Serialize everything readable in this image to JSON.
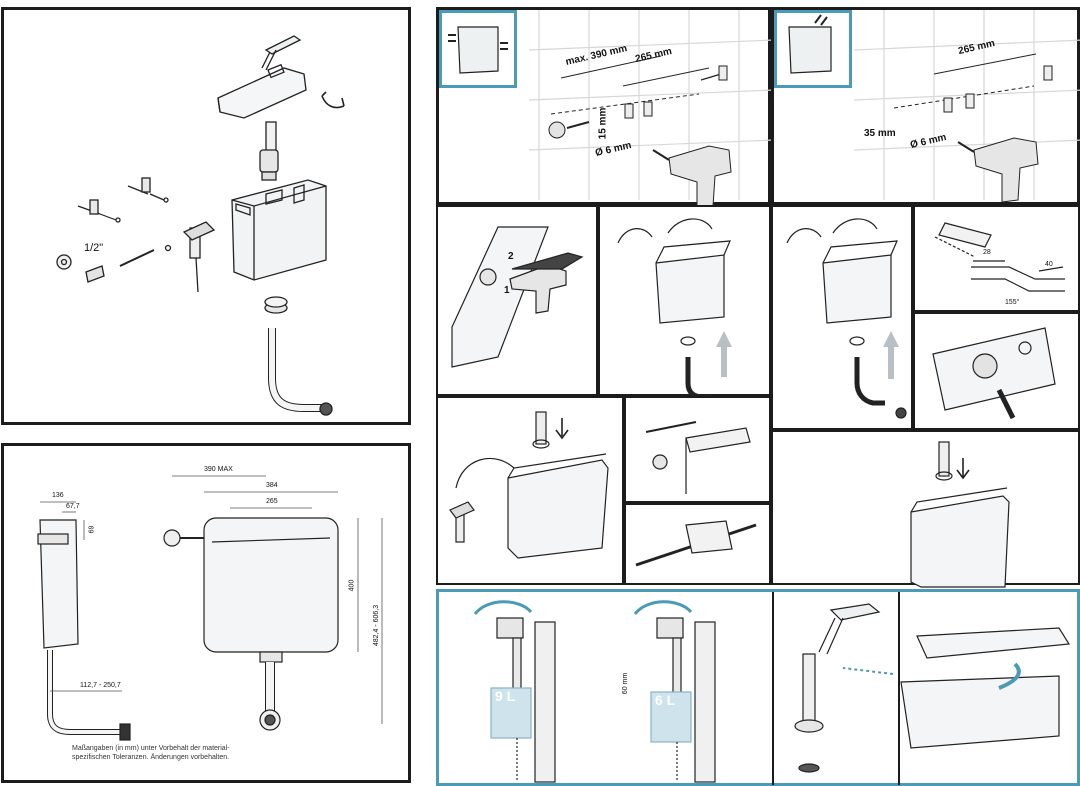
{
  "colors": {
    "accent_blue": "#4a9ab8",
    "line": "#1c1c1c",
    "tile": "#d8dadc",
    "tank_fill": "#eef1f2",
    "water": "#cfe3ec"
  },
  "exploded": {
    "fitting_label": "1/2\""
  },
  "dimensions": {
    "top_width": "136",
    "offset_67": "67,7",
    "height_69": "69",
    "range_bottom": "112,7 - 250,7",
    "max_390": "390 MAX",
    "width_384": "384",
    "width_265": "265",
    "height_400": "400",
    "height_range": "482,4 - 606,3",
    "note": "Maßangaben (in mm) unter Vorbehalt der material-spezifischen Toleranzen. Änderungen vorbehalten."
  },
  "install_a": {
    "max": "max. 390 mm",
    "span": "265 mm",
    "height": "15 mm",
    "drill": "Ø 6 mm"
  },
  "install_b": {
    "span": "265 mm",
    "height": "35 mm",
    "drill": "Ø 6 mm"
  },
  "drill_steps": {
    "step1": "1",
    "step2": "2"
  },
  "bend": {
    "a": "28",
    "b": "40",
    "angle": "155°"
  },
  "valve": {
    "nine": "9 L",
    "six": "6 L",
    "mm60": "60 mm"
  },
  "icons": [
    "cistern-icon",
    "wall-arrow-icon",
    "drill-icon",
    "rotate-arrow-icon",
    "up-arrow-icon",
    "down-arrow-icon"
  ]
}
